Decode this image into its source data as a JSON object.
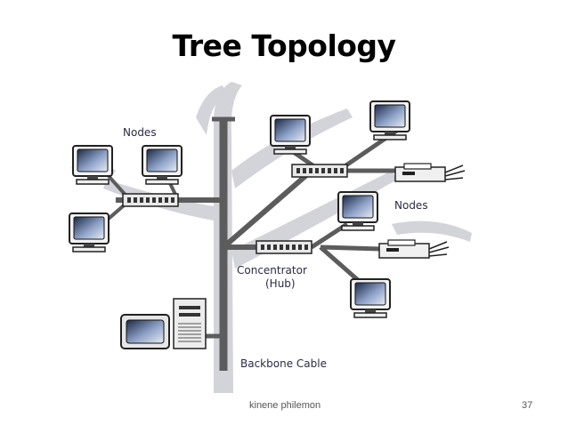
{
  "slide": {
    "title": "Tree Topology",
    "footer_author": "kinene philemon",
    "page_number": "37"
  },
  "diagram": {
    "labels": {
      "nodes_left": "Nodes",
      "nodes_right": "Nodes",
      "concentrator": "Concentrator",
      "hub": "(Hub)",
      "backbone": "Backbone Cable"
    },
    "icons": [
      "monitor-icon",
      "hub-icon",
      "printer-icon",
      "server-tower-icon"
    ]
  }
}
